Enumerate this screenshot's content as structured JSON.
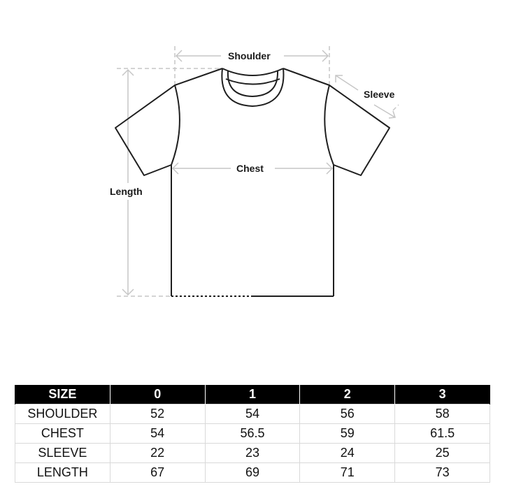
{
  "diagram": {
    "labels": {
      "shoulder": "Shoulder",
      "sleeve": "Sleeve",
      "chest": "Chest",
      "length": "Length"
    },
    "colors": {
      "outline": "#1f1f1f",
      "guide": "#c6c6c6",
      "label": "#1a1a1a"
    }
  },
  "table": {
    "header": [
      "SIZE",
      "0",
      "1",
      "2",
      "3"
    ],
    "rows": [
      {
        "label": "SHOULDER",
        "values": [
          "52",
          "54",
          "56",
          "58"
        ]
      },
      {
        "label": "CHEST",
        "values": [
          "54",
          "56.5",
          "59",
          "61.5"
        ]
      },
      {
        "label": "SLEEVE",
        "values": [
          "22",
          "23",
          "24",
          "25"
        ]
      },
      {
        "label": "LENGTH",
        "values": [
          "67",
          "69",
          "71",
          "73"
        ]
      }
    ],
    "colors": {
      "header_bg": "#000000",
      "header_text": "#ffffff",
      "border": "#d9d9d9"
    }
  }
}
